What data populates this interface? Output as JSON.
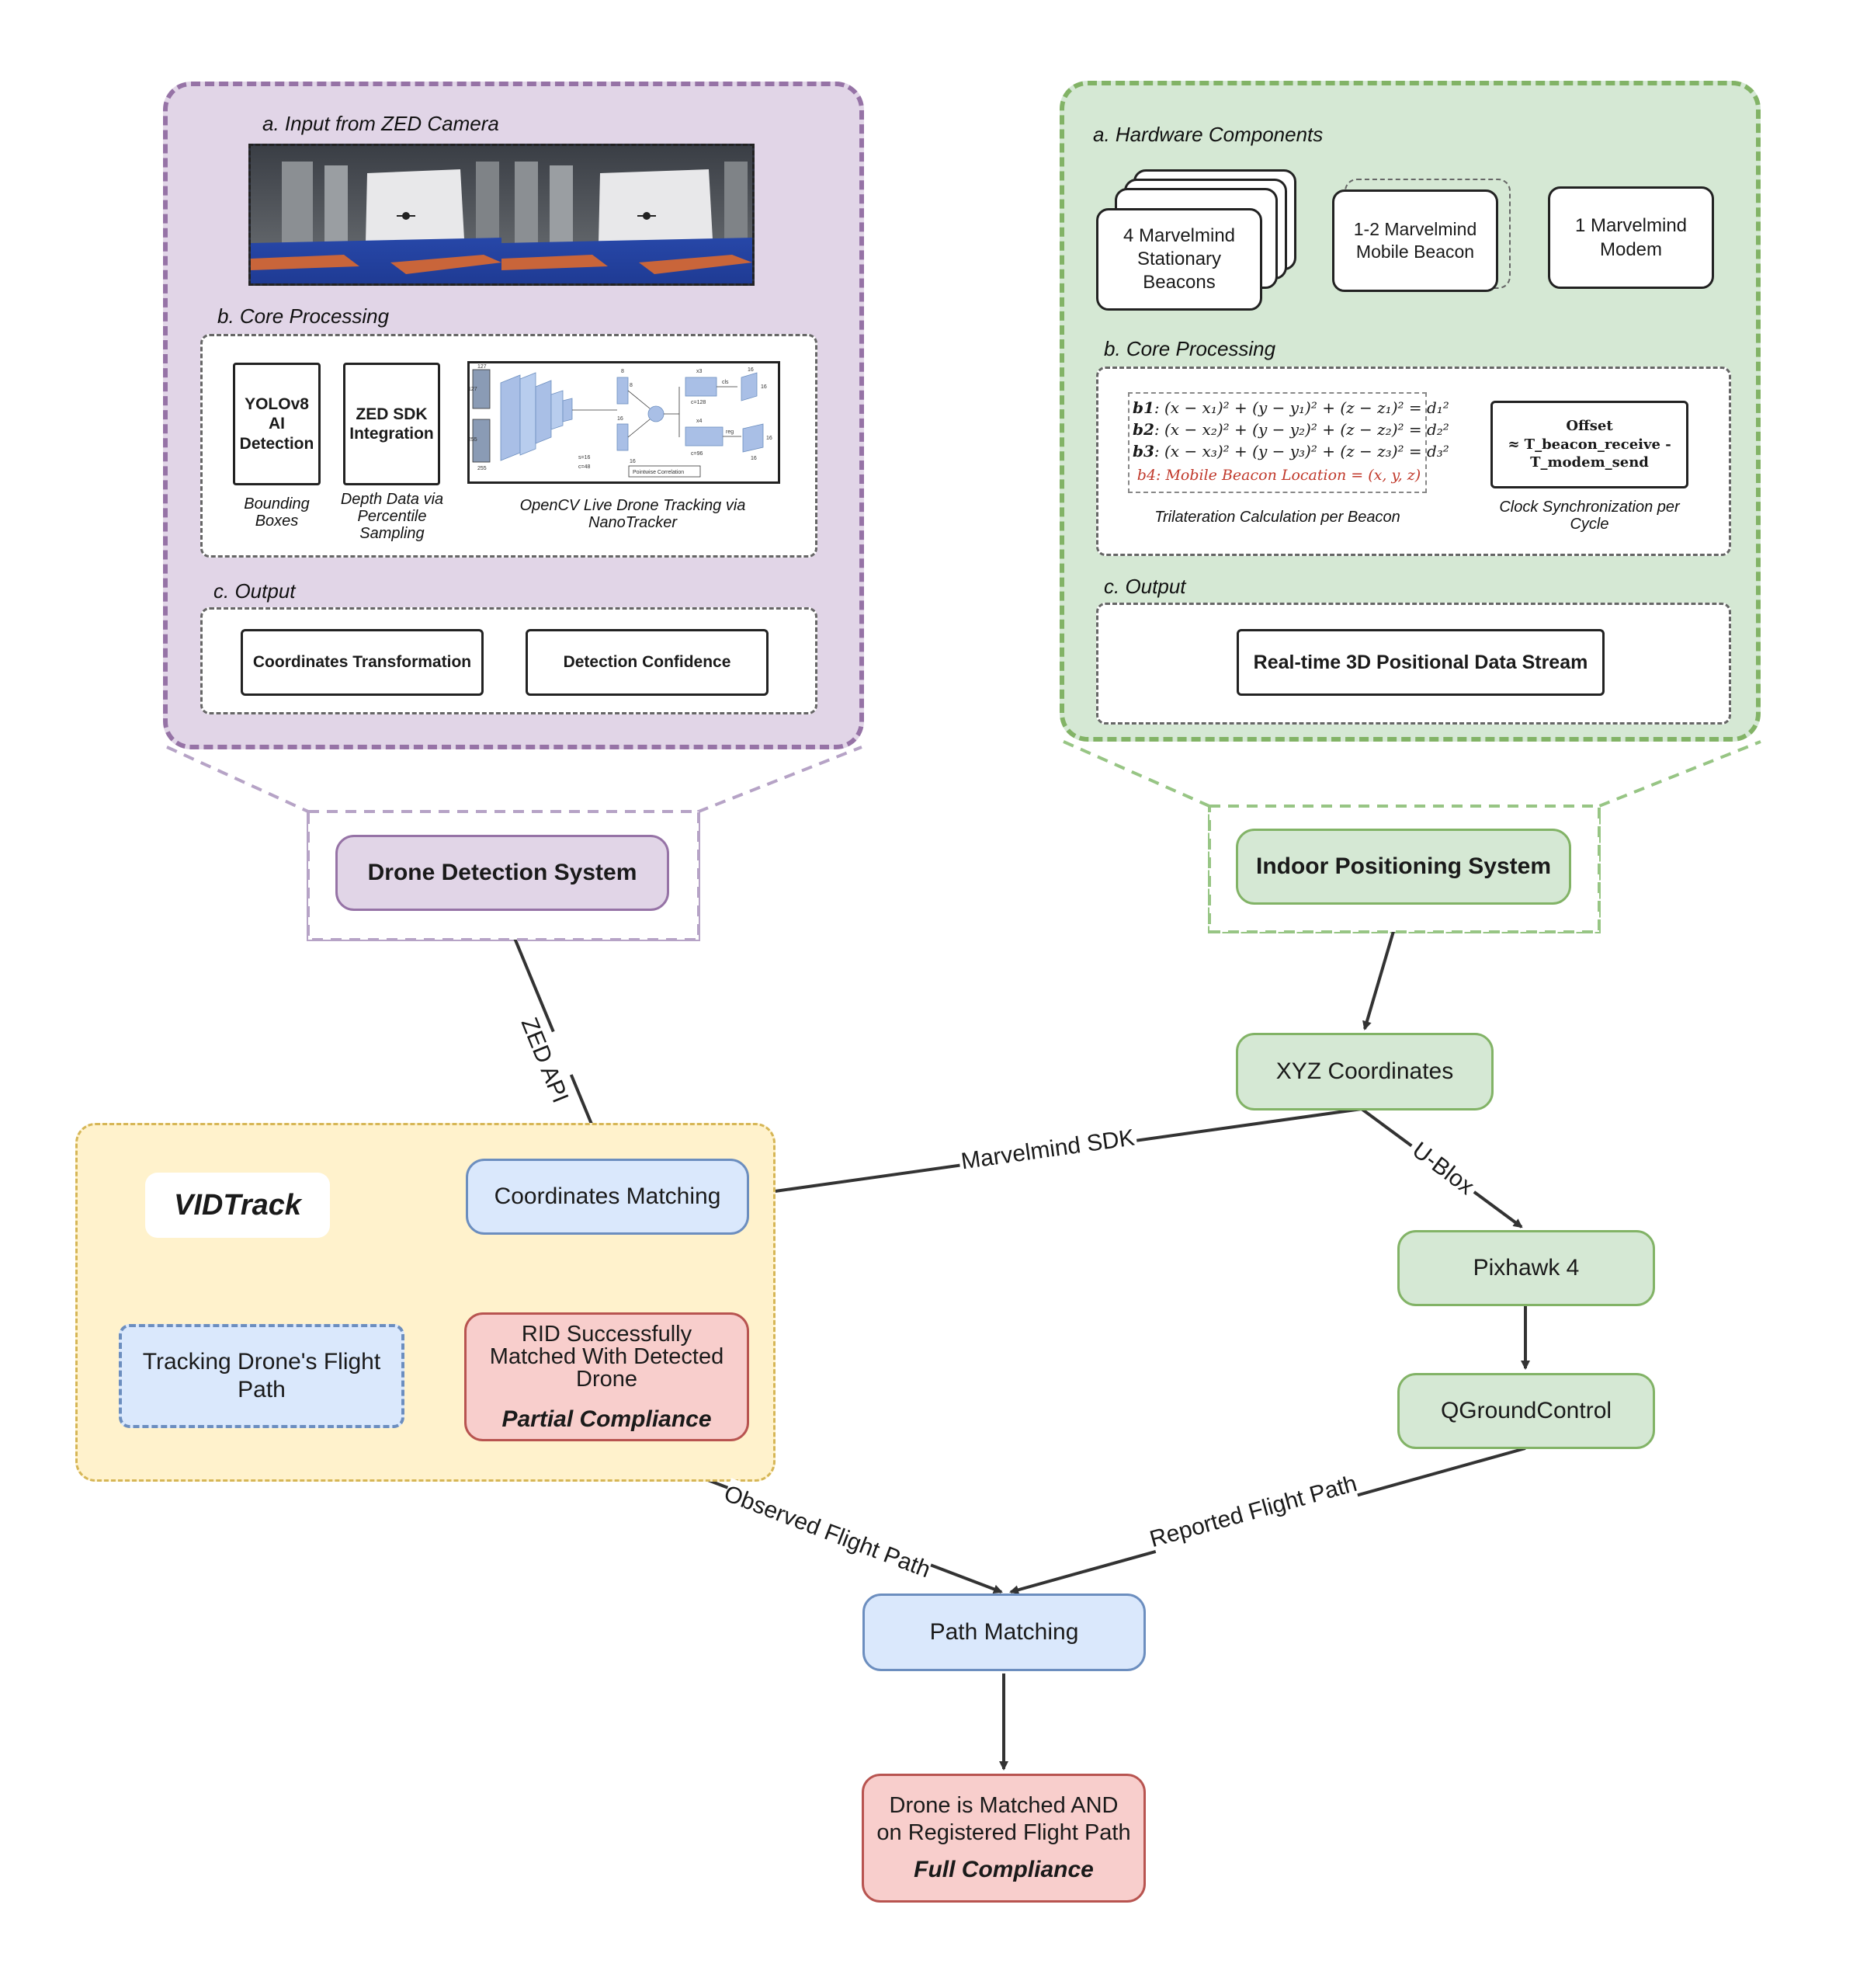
{
  "dds_panel": {
    "input_title": "a. Input from ZED Camera",
    "core_title": "b. Core Processing",
    "output_title": "c. Output",
    "yolo_label": "YOLOv8 AI Detection",
    "yolo_caption": "Bounding Boxes",
    "zed_label": "ZED SDK Integration",
    "zed_caption": "Depth Data via Percentile Sampling",
    "opencv_caption": "OpenCV Live Drone Tracking via NanoTracker",
    "nn_labels": {
      "n127a": "127",
      "n127b": "127",
      "n255a": "255",
      "n255b": "255",
      "n8a": "8",
      "n8b": "8",
      "n16a": "16",
      "n16b": "16",
      "x3": "x3",
      "n16c": "16",
      "n16d": "16",
      "cls": "cls",
      "c128": "c=128",
      "s16": "s=16",
      "c48": "c=48",
      "x4": "x4",
      "reg": "reg",
      "c96": "c=96",
      "n16e": "16",
      "n16f": "16",
      "pointwise": "Pointwise Correlation"
    },
    "out1": "Coordinates Transformation",
    "out2": "Detection Confidence"
  },
  "ips_panel": {
    "hw_title": "a. Hardware Components",
    "core_title": "b. Core Processing",
    "output_title": "c. Output",
    "hw1": "4 Marvelmind Stationary Beacons",
    "hw2": "1-2 Marvelmind Mobile Beacon",
    "hw3": "1 Marvelmind Modem",
    "eq": [
      {
        "tag": "b1",
        "text": ": (x − x₁)² + (y − y₁)² + (z − z₁)² = d₁²"
      },
      {
        "tag": "b2",
        "text": ": (x − x₂)² + (y − y₂)² + (z − z₂)² = d₂²"
      },
      {
        "tag": "b3",
        "text": ": (x − x₃)² + (y − y₃)² + (z − z₃)² = d₃²"
      }
    ],
    "eq4": "b4: Mobile Beacon Location = (x, y, z)",
    "tri_caption": "Trilateration Calculation per Beacon",
    "offset_title": "Offset",
    "offset_formula": "≈ T_beacon_receive - T_modem_send",
    "clock_caption": "Clock Synchronization per Cycle",
    "out": "Real-time 3D Positional Data Stream"
  },
  "nodes": {
    "dds": "Drone Detection System",
    "ips": "Indoor Positioning System",
    "xyz": "XYZ Coordinates",
    "coord_match": "Coordinates Matching",
    "vidtrack": "VIDTrack",
    "rid": "RID Successfully Matched With Detected Drone",
    "partial": "Partial Compliance",
    "tracking": "Tracking Drone's Flight Path",
    "pixhawk": "Pixhawk 4",
    "qgc": "QGroundControl",
    "path_match": "Path Matching",
    "final": "Drone is Matched AND on Registered Flight Path",
    "full": "Full Compliance"
  },
  "edges": {
    "zed_api": "ZED API",
    "marvelmind_sdk": "Marvelmind SDK",
    "ublox": "U-Blox",
    "observed": "Observed Flight Path",
    "reported": "Reported Flight Path"
  },
  "colors": {
    "purple_fill": "#e1d5e7",
    "purple_stroke": "#9673a6",
    "green_fill": "#d5e8d4",
    "green_stroke": "#82b366",
    "blue_fill": "#dae8fc",
    "blue_stroke": "#6c8ebf",
    "red_fill": "#f8cecc",
    "red_stroke": "#b85450",
    "yellow_fill": "#fff2cc",
    "yellow_stroke": "#d6b656"
  }
}
